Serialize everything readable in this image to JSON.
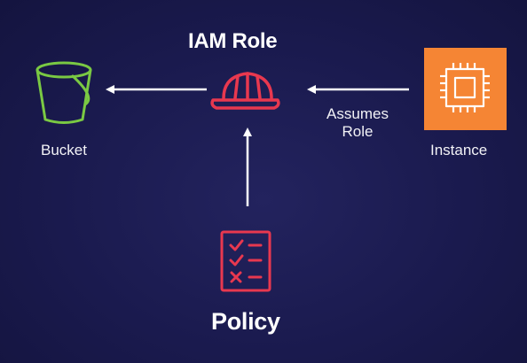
{
  "diagram": {
    "iam_role": {
      "title": "IAM Role",
      "icon": "hard-hat-icon",
      "color": "#e8384f"
    },
    "bucket": {
      "label": "Bucket",
      "icon": "bucket-icon",
      "color": "#7ac943"
    },
    "instance": {
      "label": "Instance",
      "icon": "ec2-chip-icon",
      "color": "#f58534"
    },
    "policy": {
      "title": "Policy",
      "icon": "checklist-icon",
      "color": "#e8384f"
    },
    "edges": [
      {
        "from": "IAM Role",
        "to": "Bucket",
        "label": ""
      },
      {
        "from": "Instance",
        "to": "IAM Role",
        "label_line1": "Assumes",
        "label_line2": "Role"
      },
      {
        "from": "Policy",
        "to": "IAM Role",
        "label": ""
      }
    ]
  }
}
